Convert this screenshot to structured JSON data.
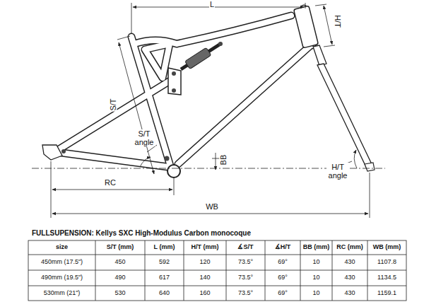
{
  "diagram": {
    "title": "FULLSUPENSION: Kellys SXC High-Modulus Carbon monocoque",
    "labels": [
      "L",
      "H/T",
      "S/T",
      "S/T angle",
      "BB",
      "H/T angle",
      "RC",
      "WB",
      "size",
      "S/T (mm)",
      "L (mm)",
      "H/T (mm)",
      "∡S/T",
      "∡H/T",
      "BB (mm)",
      "RC (mm)",
      "WB (mm)",
      "450mm (17.5\")",
      "450",
      "592",
      "120",
      "73.5°",
      "69°",
      "10",
      "430",
      "1107.8",
      "490mm (19.5\")",
      "490",
      "617",
      "140",
      "73.5°",
      "69°",
      "10",
      "430",
      "1134.5",
      "530mm (21\")",
      "530",
      "640",
      "160",
      "73.5°",
      "69°",
      "10",
      "430",
      "1159.1"
    ]
  }
}
